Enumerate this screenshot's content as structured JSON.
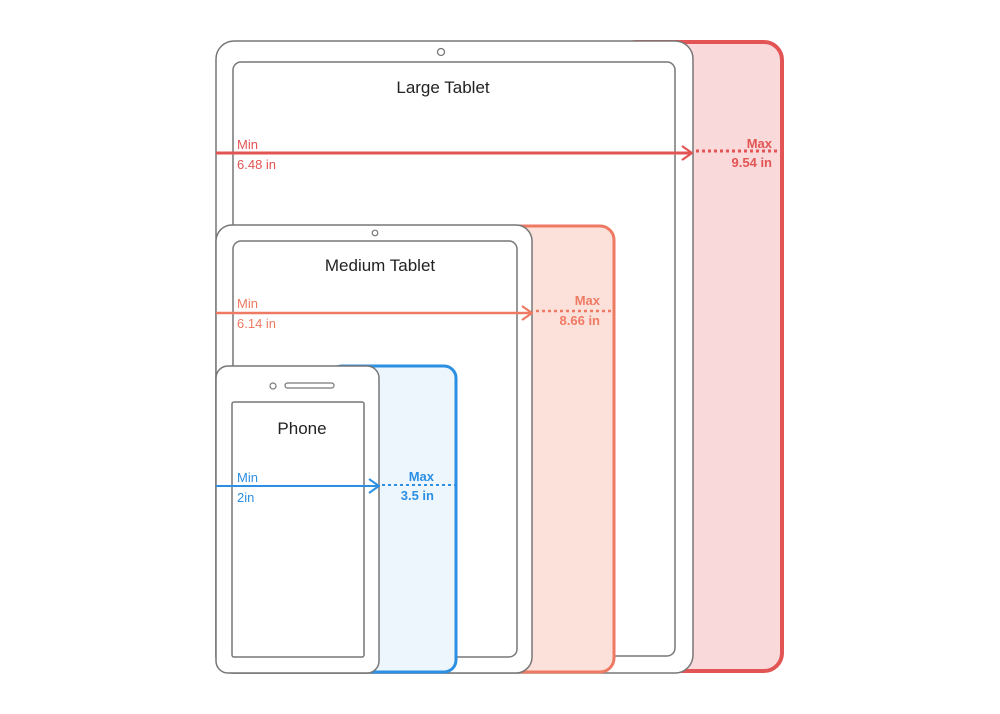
{
  "colors": {
    "large": "#e35454",
    "large_fill": "#f9d9da",
    "medium": "#ef7a63",
    "medium_fill": "#fce0da",
    "phone": "#2b8fe3",
    "phone_fill": "#eef6fd",
    "outline": "#777777"
  },
  "devices": {
    "large_tablet": {
      "label": "Large Tablet",
      "min_label": "Min",
      "min_value": "6.48 in",
      "max_label": "Max",
      "max_value": "9.54 in"
    },
    "medium_tablet": {
      "label": "Medium Tablet",
      "min_label": "Min",
      "min_value": "6.14 in",
      "max_label": "Max",
      "max_value": "8.66 in"
    },
    "phone": {
      "label": "Phone",
      "min_label": "Min",
      "min_value": "2in",
      "max_label": "Max",
      "max_value": "3.5 in"
    }
  }
}
